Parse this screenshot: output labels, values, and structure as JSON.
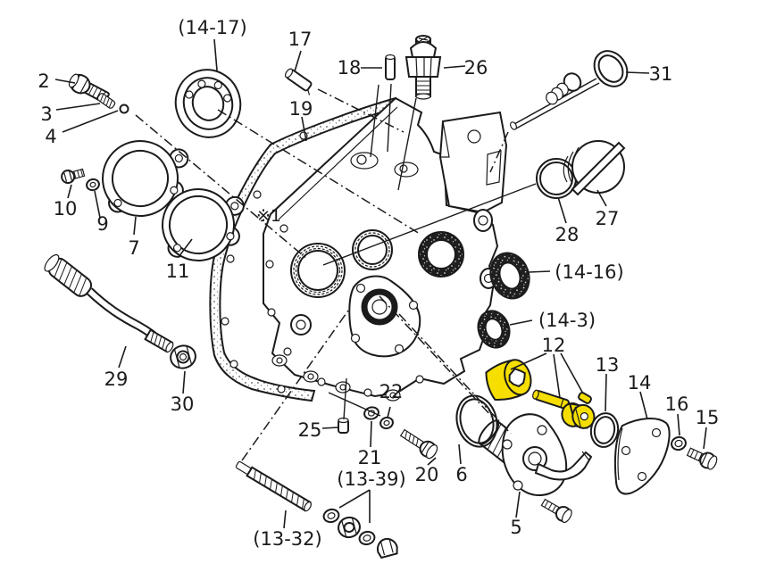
{
  "diagram": {
    "background": "#ffffff",
    "line_color": "#1b1b1b",
    "highlight_color": "#f6df00",
    "type": "exploded-parts-diagram"
  },
  "callouts": {
    "n2": {
      "text": "2"
    },
    "n3": {
      "text": "3"
    },
    "n4": {
      "text": "4"
    },
    "n10": {
      "text": "10"
    },
    "n9": {
      "text": "9"
    },
    "n7": {
      "text": "7"
    },
    "n11": {
      "text": "11"
    },
    "b14_17": {
      "text": "(14-17)"
    },
    "n17": {
      "text": "17"
    },
    "n18": {
      "text": "18"
    },
    "n26": {
      "text": "26"
    },
    "n19": {
      "text": "19"
    },
    "n31": {
      "text": "31"
    },
    "n27": {
      "text": "27"
    },
    "n28": {
      "text": "28"
    },
    "b14_16": {
      "text": "(14-16)"
    },
    "b14_3": {
      "text": "(14-3)"
    },
    "n12": {
      "text": "12"
    },
    "n13": {
      "text": "13"
    },
    "n14": {
      "text": "14"
    },
    "n16": {
      "text": "16"
    },
    "n15": {
      "text": "15"
    },
    "n29": {
      "text": "29"
    },
    "n30": {
      "text": "30"
    },
    "n25": {
      "text": "25"
    },
    "n21": {
      "text": "21"
    },
    "n22": {
      "text": "22"
    },
    "n20": {
      "text": "20"
    },
    "n6": {
      "text": "6"
    },
    "n5": {
      "text": "5"
    },
    "b13_39": {
      "text": "(13-39)"
    },
    "b13_32": {
      "text": "(13-32)"
    },
    "note1": {
      "text": "※1"
    }
  }
}
